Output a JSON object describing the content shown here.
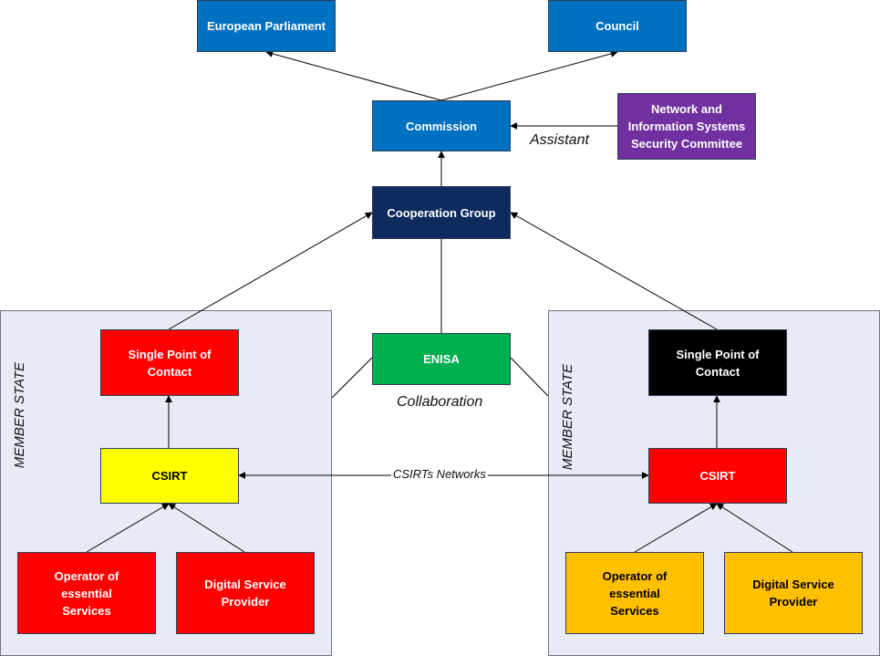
{
  "diagram": {
    "nodes": {
      "parliament": {
        "label": "European Parliament",
        "fill": "#0070c0",
        "text": "#ffffff"
      },
      "council": {
        "label": "Council",
        "fill": "#0070c0",
        "text": "#ffffff"
      },
      "commission": {
        "label": "Commission",
        "fill": "#0070c0",
        "text": "#ffffff"
      },
      "committee": {
        "label": "Network and\nInformation Systems\nSecurity Committee",
        "fill": "#7030a0",
        "text": "#ffffff"
      },
      "cooperation": {
        "label": "Cooperation Group",
        "fill": "#0f2a5c",
        "text": "#ffffff"
      },
      "enisa": {
        "label": "ENISA",
        "fill": "#00b050",
        "text": "#ffffff"
      },
      "spoc_left": {
        "label": "Single Point of\nContact",
        "fill": "#ff0000",
        "text": "#ffffff"
      },
      "csirt_left": {
        "label": "CSIRT",
        "fill": "#ffff00",
        "text": "#000000"
      },
      "ops_left": {
        "label": "Operator of\nessential\nServices",
        "fill": "#ff0000",
        "text": "#ffffff"
      },
      "dsp_left": {
        "label": "Digital Service\nProvider",
        "fill": "#ff0000",
        "text": "#ffffff"
      },
      "spoc_right": {
        "label": "Single Point of\nContact",
        "fill": "#000000",
        "text": "#ffffff"
      },
      "csirt_right": {
        "label": "CSIRT",
        "fill": "#ff0000",
        "text": "#ffffff"
      },
      "ops_right": {
        "label": "Operator of\nessential\nServices",
        "fill": "#ffc000",
        "text": "#000000"
      },
      "dsp_right": {
        "label": "Digital Service\nProvider",
        "fill": "#ffc000",
        "text": "#000000"
      }
    },
    "labels": {
      "assistant": "Assistant",
      "collaboration": "Collaboration",
      "csirts_networks": "CSIRTs Networks",
      "member_state_left": "MEMBER STATE",
      "member_state_right": "MEMBER STATE"
    },
    "colors": {
      "panel": "#e6ebf5",
      "line": "#000000"
    }
  }
}
